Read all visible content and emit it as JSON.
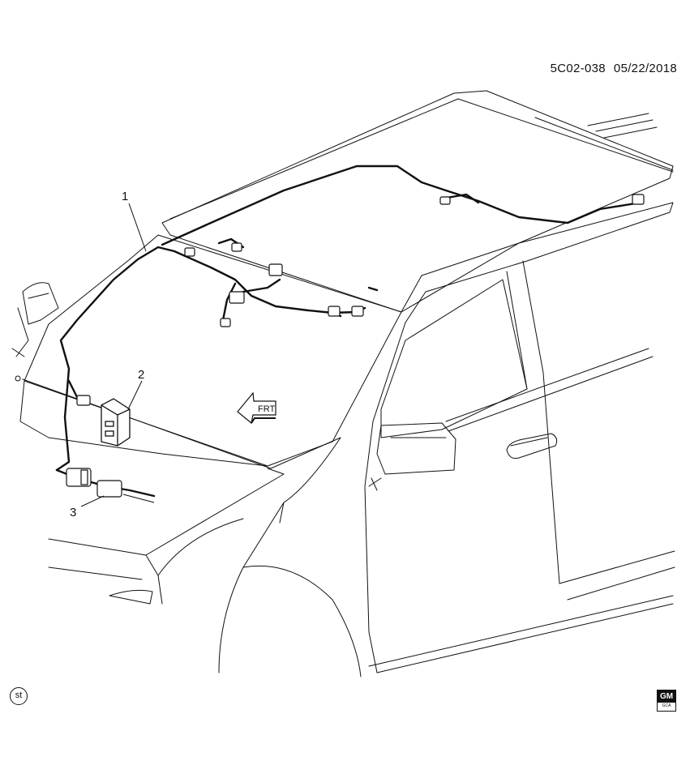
{
  "header": {
    "ref_code": "5C02-038",
    "date": "05/22/2018"
  },
  "callouts": [
    {
      "number": "1",
      "item": "harness"
    },
    {
      "number": "2",
      "item": "module"
    },
    {
      "number": "3",
      "item": "connector"
    }
  ],
  "direction_arrow": {
    "label": "FRT"
  },
  "footer": {
    "st_symbol": "st",
    "logo_top": "GM",
    "logo_bottom": "GCA"
  },
  "colors": {
    "line": "#111111",
    "background": "#ffffff"
  }
}
